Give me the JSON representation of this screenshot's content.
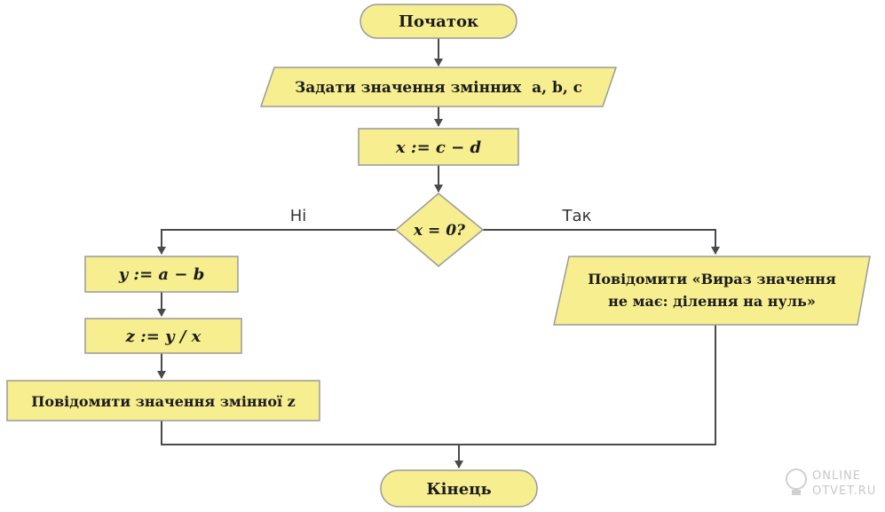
{
  "colors": {
    "fill": "#f6ee8f",
    "stroke": "#9a9a9a",
    "line": "#4a4a4a"
  },
  "nodes": {
    "start": "Початок",
    "input": "Задати значення змінних  a, b, c",
    "assign_x": "x := c − d",
    "decision": "x = 0?",
    "assign_y": "y := a − b",
    "assign_z": "z := y / x",
    "output_z": "Повідомити значення змінної z",
    "output_msg_line1": "Повідомити «Вираз значення",
    "output_msg_line2": "не має: ділення на нуль»",
    "end": "Кінець"
  },
  "branches": {
    "no": "Ні",
    "yes": "Так"
  },
  "watermark": {
    "line1": "ONLINE",
    "line2": "OTVET.RU"
  }
}
